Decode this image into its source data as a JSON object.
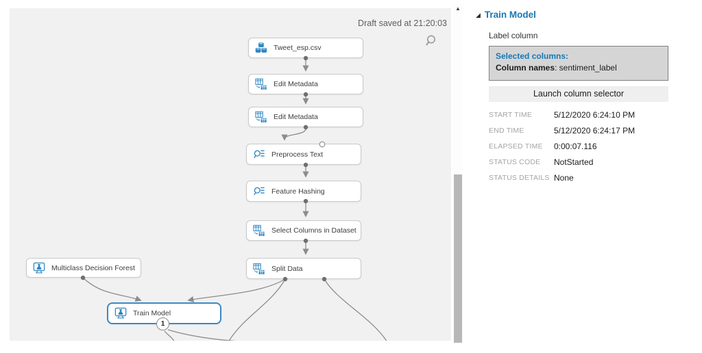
{
  "canvas": {
    "draft_status": "Draft saved at 21:20:03",
    "nodes": [
      {
        "label": "Tweet_esp.csv"
      },
      {
        "label": "Edit Metadata"
      },
      {
        "label": "Edit Metadata"
      },
      {
        "label": "Preprocess Text"
      },
      {
        "label": "Feature Hashing"
      },
      {
        "label": "Select Columns in Dataset"
      },
      {
        "label": "Split Data"
      },
      {
        "label": "Multiclass Decision Forest"
      },
      {
        "label": "Train Model"
      }
    ],
    "train_model_output_badge": "1"
  },
  "icons": {
    "panel_expander": "◢",
    "scroll_up": "▲"
  },
  "panel": {
    "title": "Train Model",
    "label_column_heading": "Label column",
    "selected_columns_heading": "Selected columns:",
    "column_names_label": "Column names",
    "column_names_value": ": sentiment_label",
    "launch_button_label": "Launch column selector",
    "status_rows": [
      {
        "label": "START TIME",
        "value": "5/12/2020 6:24:10 PM"
      },
      {
        "label": "END TIME",
        "value": "5/12/2020 6:24:17 PM"
      },
      {
        "label": "ELAPSED TIME",
        "value": "0:00:07.116"
      },
      {
        "label": "STATUS CODE",
        "value": "NotStarted"
      },
      {
        "label": "STATUS DETAILS",
        "value": "None"
      }
    ]
  },
  "colors": {
    "accent_blue": "#1877b4",
    "icon_blue": "#2e86c1",
    "selected_node_border": "#3a8ac4",
    "wire_gray": "#8c8c8c",
    "canvas_bg": "#f1f1f2"
  }
}
